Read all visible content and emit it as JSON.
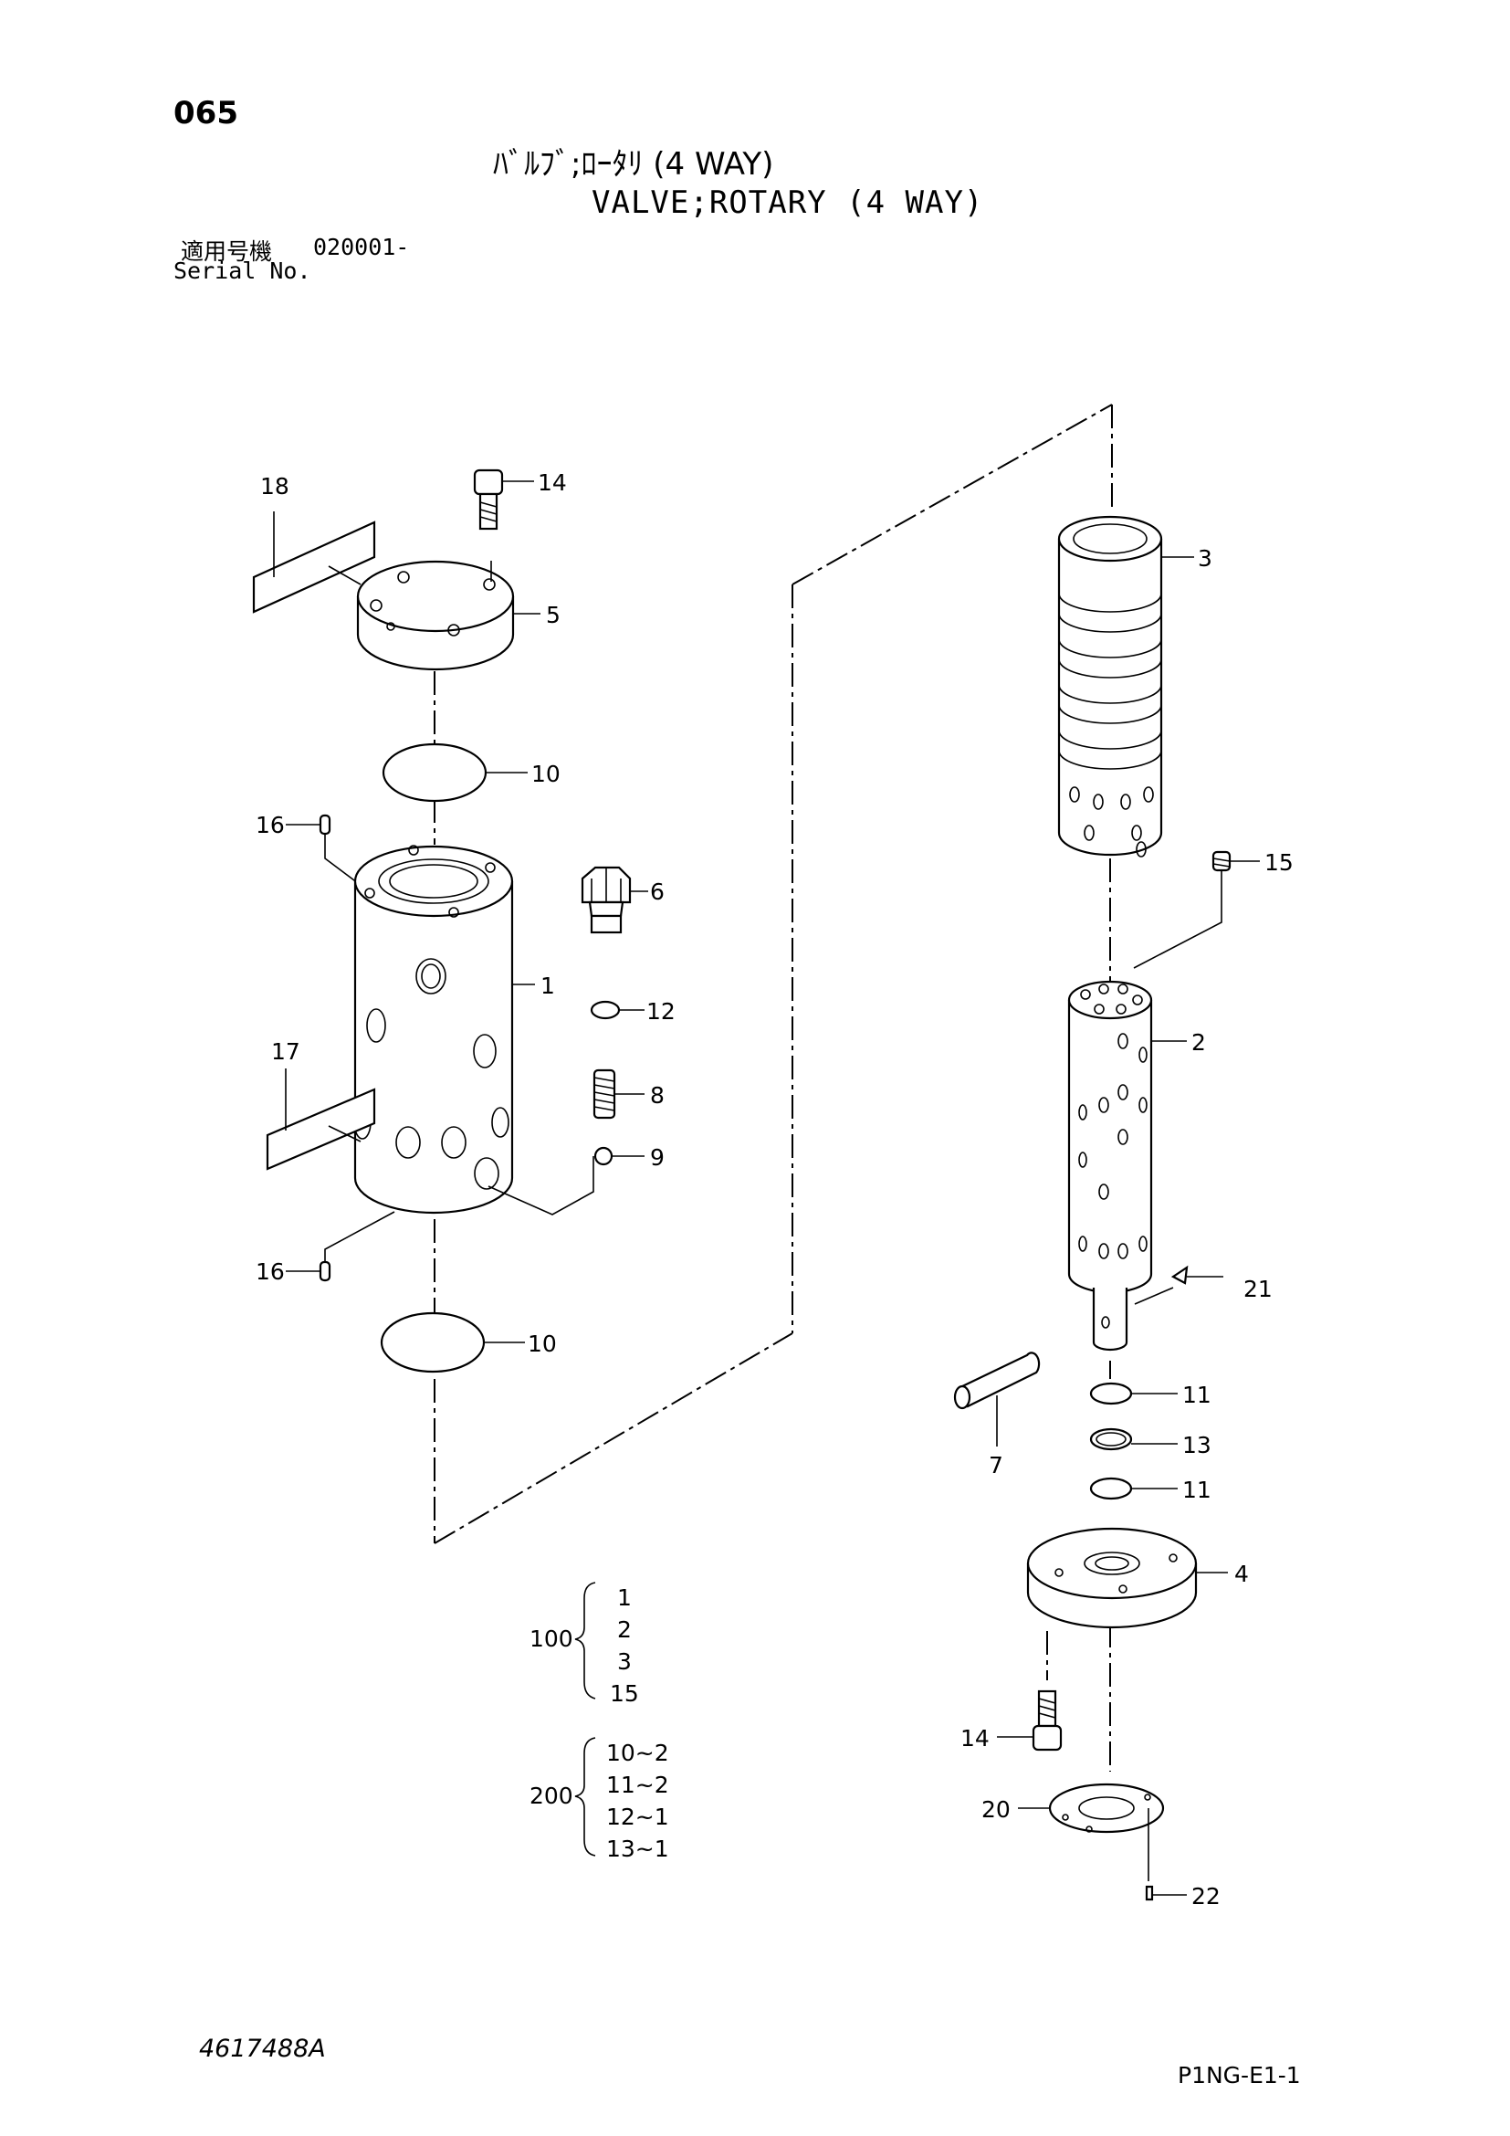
{
  "page_number": "065",
  "title_jp": "ﾊﾞﾙﾌﾞ;ﾛｰﾀﾘ (4 WAY)",
  "title_en": "VALVE;ROTARY (4 WAY)",
  "serial": {
    "label_jp": "適用号機",
    "value": "020001-",
    "label_en": "Serial No."
  },
  "callouts": {
    "c14a": "14",
    "c18": "18",
    "c5": "5",
    "c10a": "10",
    "c16a": "16",
    "c6": "6",
    "c1": "1",
    "c12": "12",
    "c17": "17",
    "c8": "8",
    "c9": "9",
    "c16b": "16",
    "c10b": "10",
    "c3": "3",
    "c15": "15",
    "c2": "2",
    "c21": "21",
    "c11a": "11",
    "c7": "7",
    "c13": "13",
    "c11b": "11",
    "c4": "4",
    "c14b": "14",
    "c20": "20",
    "c22": "22"
  },
  "kits": [
    {
      "id": "100",
      "items": [
        "1",
        "2",
        "3",
        "15"
      ]
    },
    {
      "id": "200",
      "items": [
        "10~2",
        "11~2",
        "12~1",
        "13~1"
      ]
    }
  ],
  "drawing_code": "4617488A",
  "sheet_code": "P1NG-E1-1"
}
